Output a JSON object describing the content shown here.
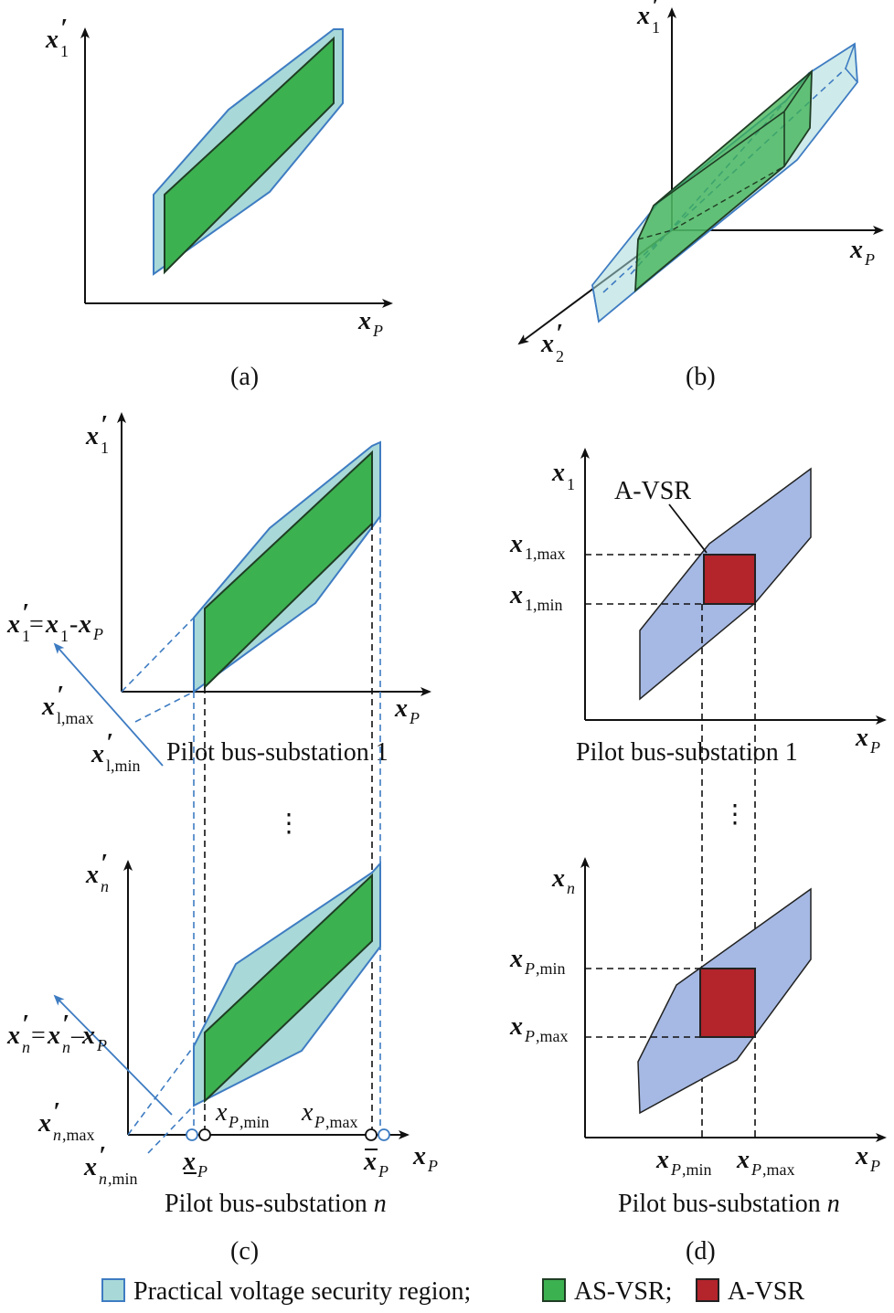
{
  "panels": {
    "a": {
      "caption": "(a)",
      "y_axis": "x′1",
      "x_axis": "xP"
    },
    "b": {
      "caption": "(b)",
      "axis_x1": "x′1",
      "axis_xp": "xP",
      "axis_x2": "x′2"
    },
    "c": {
      "caption": "(c)",
      "top_title": "Pilot bus-substation 1",
      "bottom_title_main": "Pilot bus-substation ",
      "bottom_title_n": "n",
      "ellipsis": "⋮"
    },
    "d": {
      "caption": "(d)",
      "top_title": "Pilot bus-substation 1",
      "bottom_title_main": "Pilot bus-substation ",
      "bottom_title_n": "n",
      "avsr_callout": "A-VSR",
      "ellipsis": "⋮"
    }
  },
  "legend": {
    "item1": "Practical voltage security region;",
    "item2": "AS-VSR;",
    "item3": "A-VSR",
    "colors": {
      "practical": "#a8d8d8",
      "as_vsr": "#3cb150",
      "a_vsr": "#b3242b",
      "region_d": "#a6b9e4",
      "outline_blue": "#3e7cc2"
    }
  }
}
